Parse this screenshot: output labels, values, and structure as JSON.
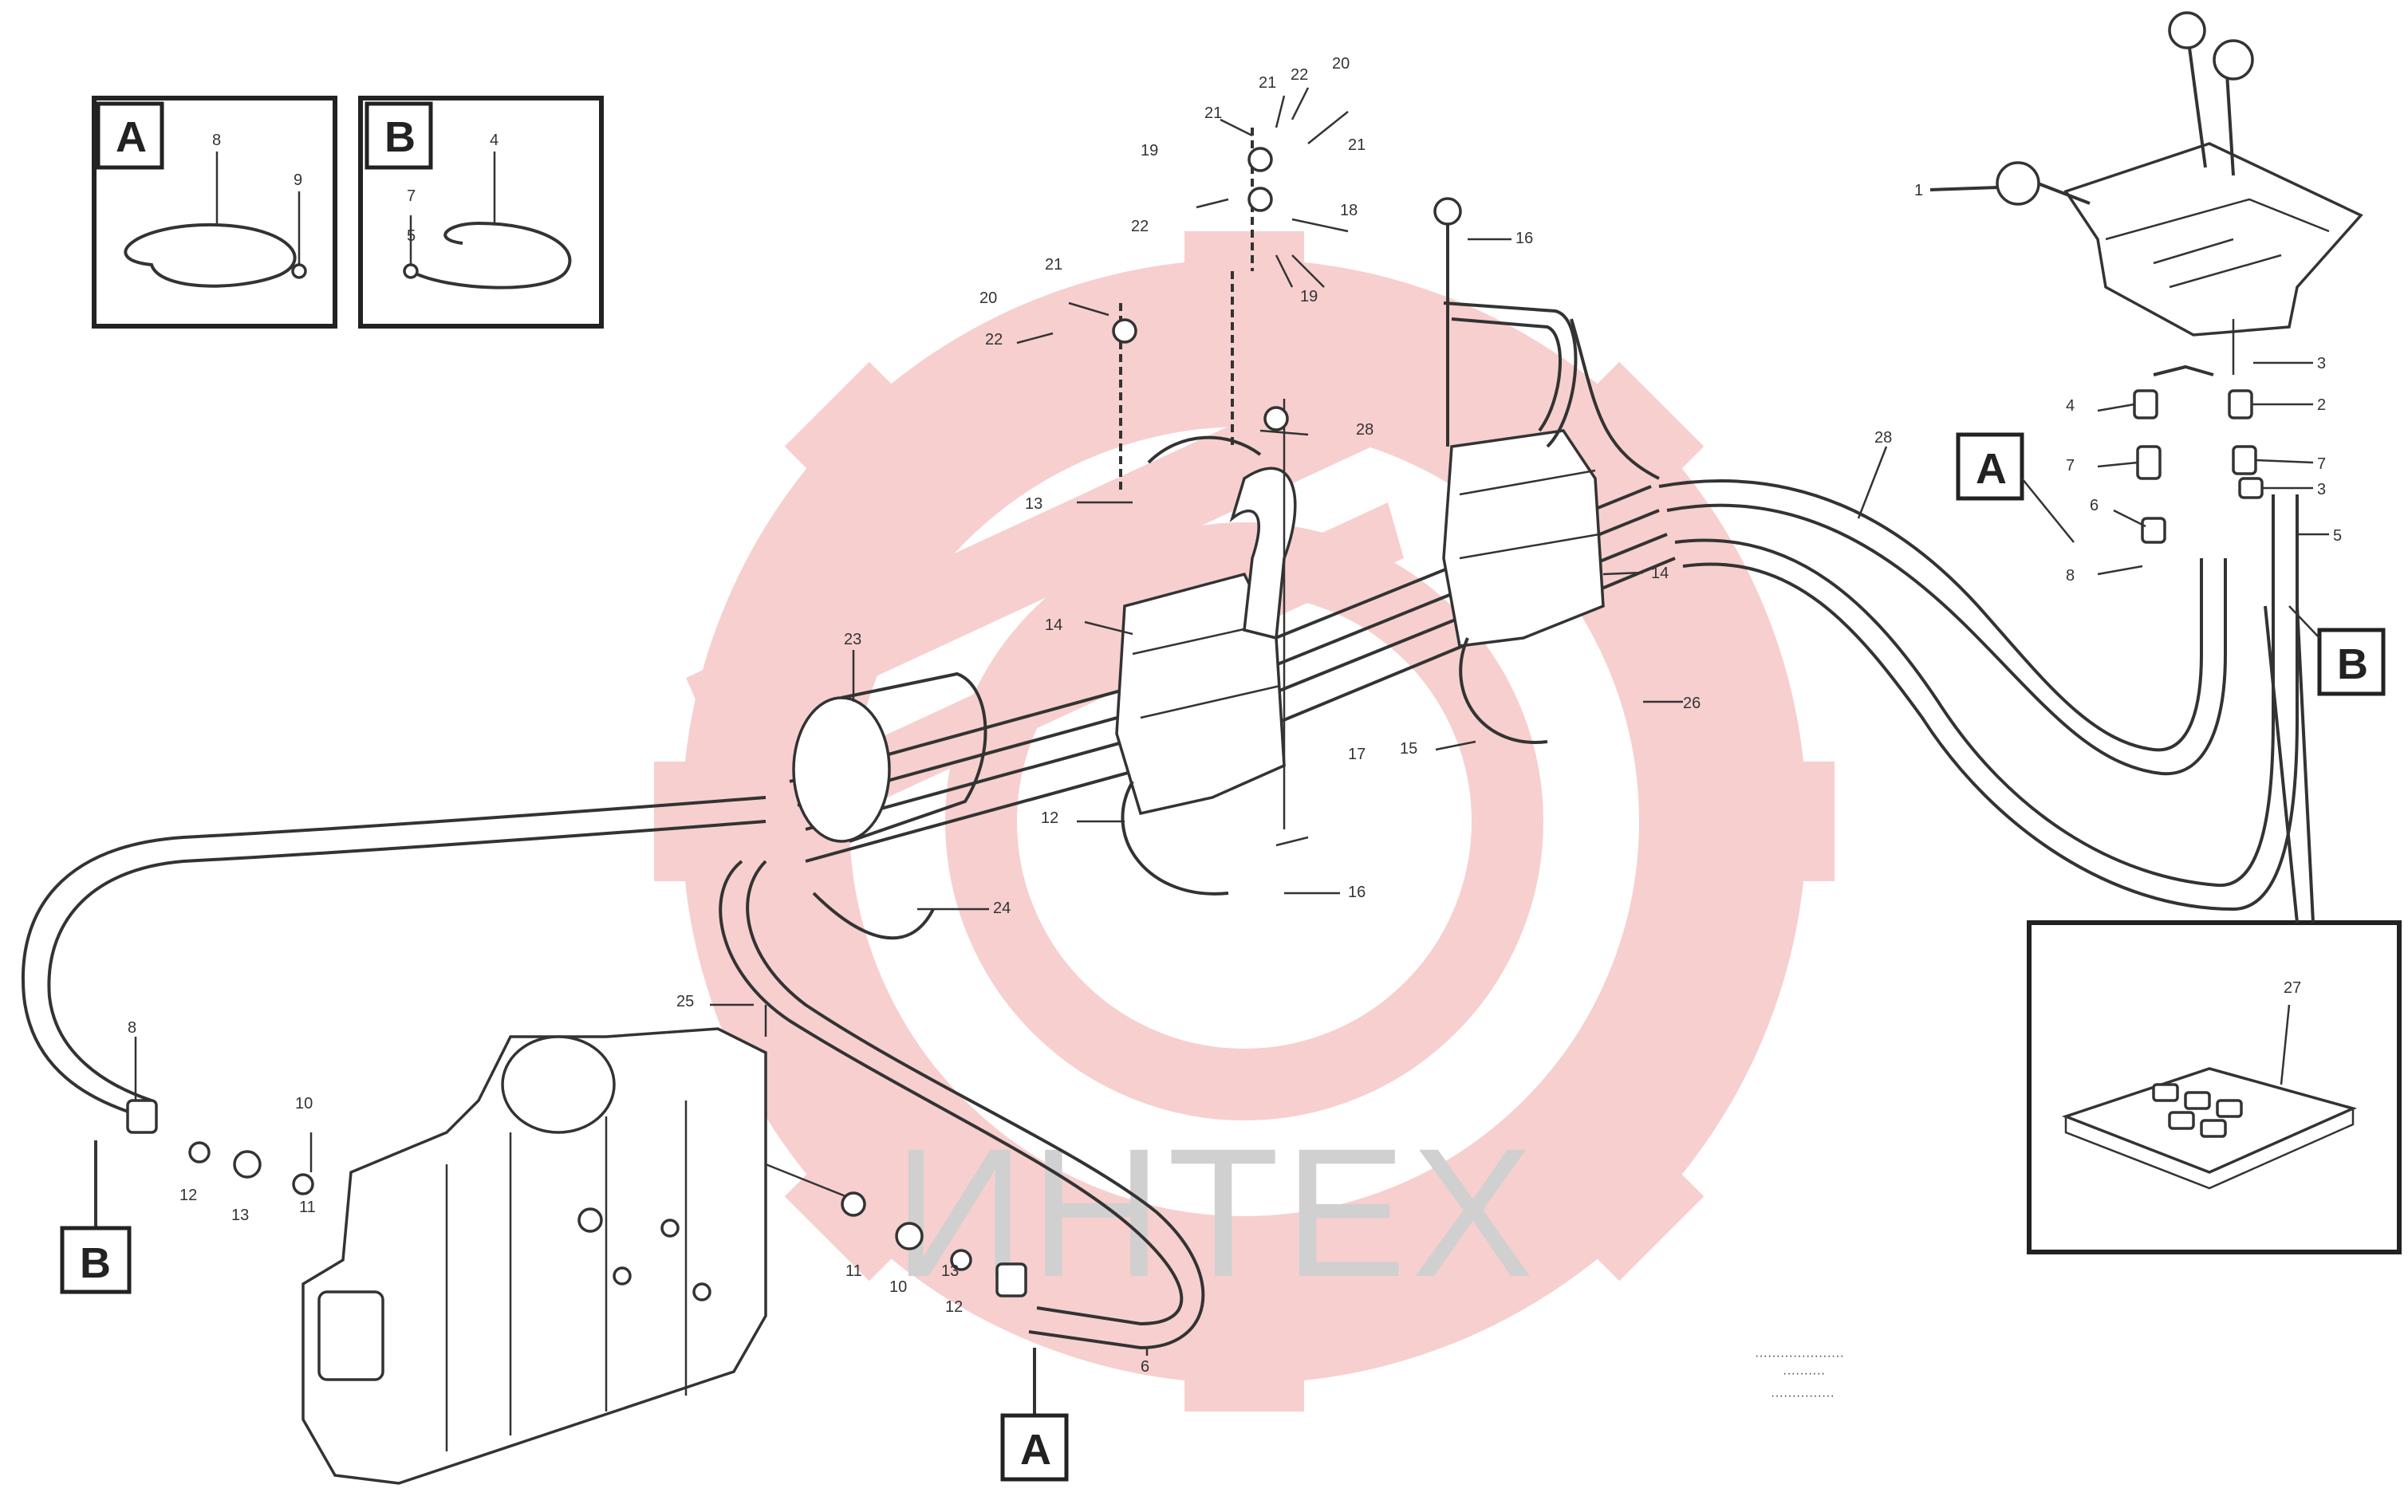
{
  "watermark": {
    "text": "ИНТЕХ",
    "gear_color": "#f6c7c7",
    "text_color": "#d0d0d0"
  },
  "insets": {
    "a": {
      "letter": "A",
      "labels": [
        "8",
        "9"
      ]
    },
    "b": {
      "letter": "B",
      "labels": [
        "4",
        "7",
        "5"
      ]
    },
    "pad": {
      "labels": [
        "27"
      ]
    }
  },
  "callout_tags": {
    "a_bottom": "A",
    "b_left": "B",
    "a_right": "A",
    "b_right": "B"
  },
  "part_labels": {
    "p1": "23",
    "p2": "20",
    "p3": "21",
    "p4": "22",
    "p5": "19",
    "p6": "21",
    "p7": "22",
    "p8": "21",
    "p9": "22",
    "p10": "20",
    "p11": "21",
    "p12": "18",
    "p13": "19",
    "p14": "16",
    "p15": "14",
    "p16": "14",
    "p17": "26",
    "p18": "28",
    "p19": "13",
    "p20": "12",
    "p21": "16",
    "p22": "17",
    "p23": "15",
    "p24": "24",
    "p25": "25",
    "p26": "8",
    "p27": "12",
    "p28": "13",
    "p29": "10",
    "p30": "11",
    "p31": "11",
    "p32": "10",
    "p33": "12",
    "p34": "13",
    "p35": "6",
    "p36": "1",
    "p37": "3",
    "p38": "4",
    "p39": "7",
    "p40": "2",
    "p41": "6",
    "p42": "7",
    "p43": "8",
    "p44": "5",
    "p45": "3",
    "p46": "28"
  },
  "drawing_code": {
    "line1": "·····················",
    "line2": "··········",
    "line3": "···············"
  }
}
